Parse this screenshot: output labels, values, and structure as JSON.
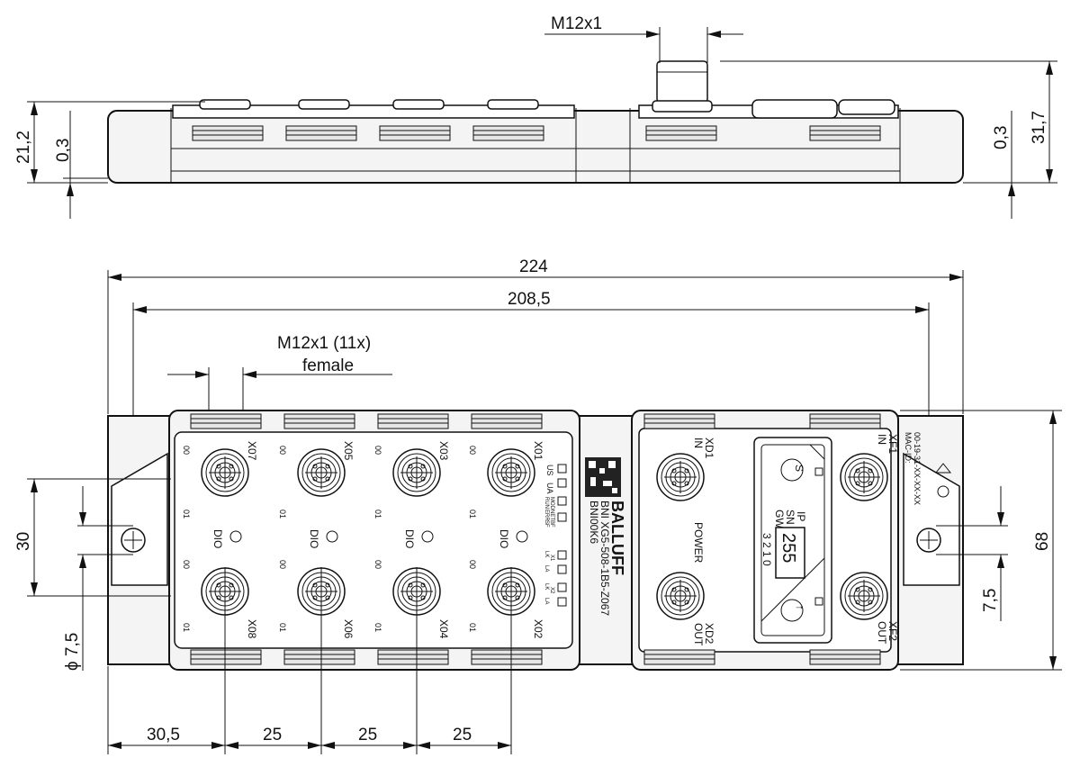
{
  "dimensions": {
    "top_thread": "M12x1",
    "side_height_total": "21,2",
    "side_offset_left": "0,3",
    "side_offset_right": "0,3",
    "right_height_total": "31,7",
    "total_length": "224",
    "hole_spacing": "208,5",
    "thread_note_line1": "M12x1 (11x)",
    "thread_note_line2": "female",
    "left_height": "30",
    "hole_diameter": "ϕ 7,5",
    "right_small": "7,5",
    "total_width": "68",
    "bottom_first": "30,5",
    "bottom_pitches": [
      "25",
      "25",
      "25"
    ]
  },
  "device": {
    "brand": "BALLUFF",
    "model": "BNI00K6",
    "order_code": "BNI XG5-508-1B5-Z067",
    "mac_label": "MAC-ID:",
    "mac_value": "00-19-31-XX-XX-XX",
    "led_labels_a": [
      "US",
      "UA"
    ],
    "led_labels_b": [
      "RUN",
      "ERR",
      "MOD",
      "NET",
      "SF",
      "BF"
    ],
    "led_labels_c": [
      "LK",
      "LA",
      "LK",
      "LA"
    ],
    "led_labels_d": [
      "X1",
      "X2"
    ],
    "port_top_row": [
      "X07",
      "X05",
      "X03",
      "X01"
    ],
    "port_bottom_row": [
      "X08",
      "X06",
      "X04",
      "X02"
    ],
    "port_type": "DIO",
    "pin_00": "00",
    "pin_01": "01",
    "power_label": "POWER",
    "xd1_label": "XD1",
    "xd1_dir": "IN",
    "xd2_label": "XD2",
    "xd2_dir": "OUT",
    "xf1_label": "XF1",
    "xf1_dir": "IN",
    "xf2_label": "XF2",
    "xf2_dir": "OUT",
    "display_ip": "IP",
    "display_sn": "SN",
    "display_gw": "GW",
    "display_value": "255",
    "display_digits": "3 2 1 0"
  }
}
